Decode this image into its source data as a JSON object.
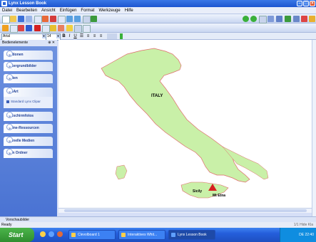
{
  "window": {
    "title": "Lynx Lesson Book"
  },
  "menu": [
    "Datei",
    "Bearbeiten",
    "Ansicht",
    "Einfügen",
    "Format",
    "Werkzeuge",
    "Hilfe"
  ],
  "format": {
    "font": "Arial",
    "size": "14",
    "bold": "B",
    "italic": "I",
    "underline": "U"
  },
  "panel": {
    "title": "Bedienelemente",
    "pin": "⊕ ✕",
    "items": [
      {
        "label": "Lektionen"
      },
      {
        "label": "Hintergrundbilder"
      },
      {
        "label": "Karten"
      },
      {
        "label": "ClipArt"
      },
      {
        "label": "Bildschirmfotos"
      },
      {
        "label": "Online-Ressourcen"
      },
      {
        "label": "Schnelle Medien"
      },
      {
        "label": "Mein Ordner"
      }
    ],
    "clipart_item": "Standard Lynx Clipar"
  },
  "map": {
    "labels": [
      {
        "text": "ITALY"
      },
      {
        "text": "Sicily"
      },
      {
        "text": "Mt Etna"
      }
    ],
    "land_color": "#c9f0a8",
    "coast_color": "#e06a6a",
    "marker_color": "#d62020"
  },
  "thumbnails_bar": "Vorschaubilder",
  "status": {
    "left": "Ready",
    "right": "1/1  Hide  Kla"
  },
  "taskbar": {
    "start": "Start",
    "items": [
      {
        "label": "Clevolboard 1"
      },
      {
        "label": "Interaktives Whit..."
      },
      {
        "label": "Lynx Lesson Book"
      }
    ],
    "clock": "DE  22:40"
  }
}
